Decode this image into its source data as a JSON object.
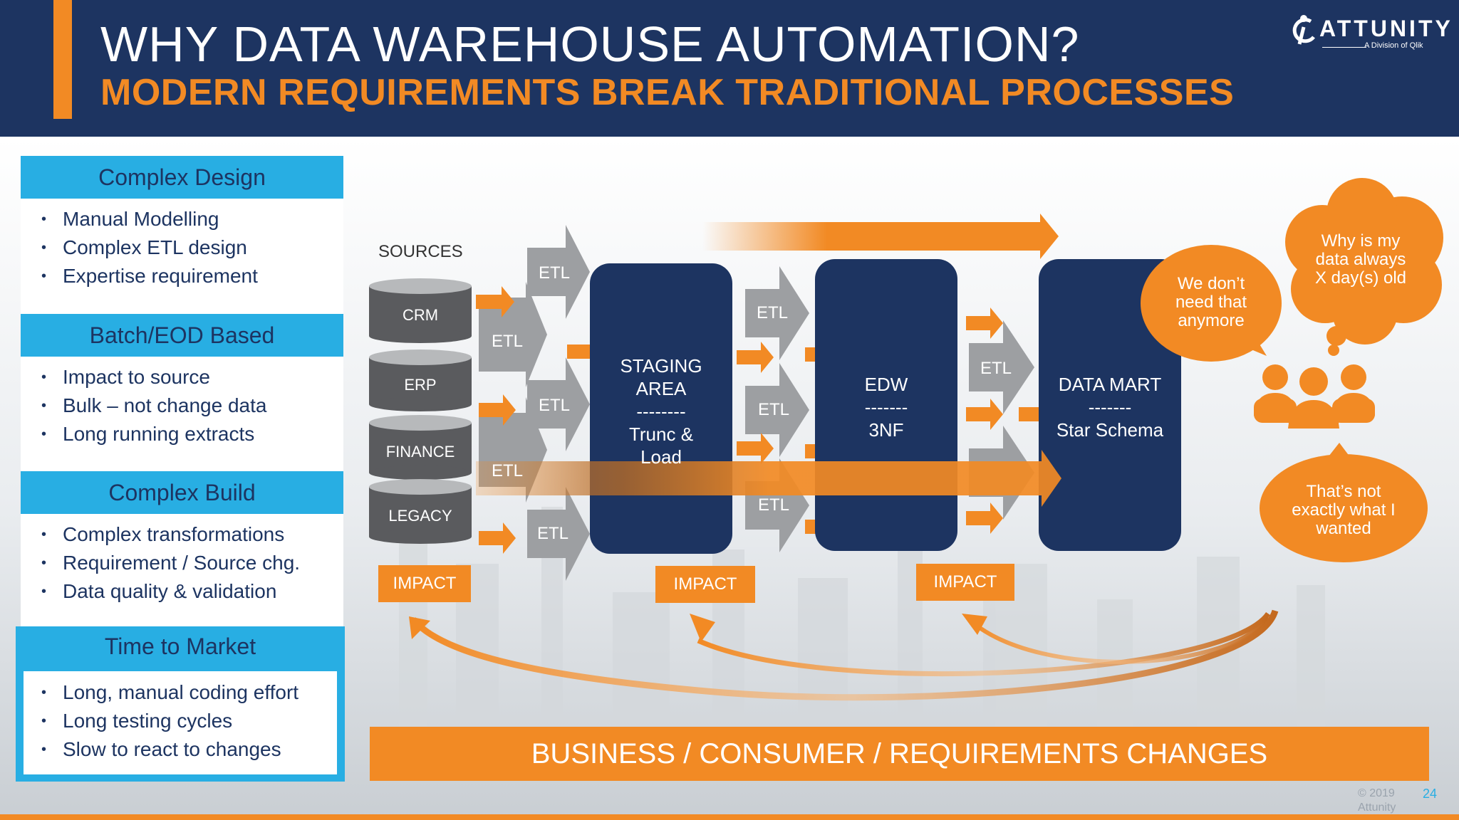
{
  "header": {
    "title": "WHY DATA WAREHOUSE AUTOMATION?",
    "subtitle": "MODERN REQUIREMENTS BREAK TRADITIONAL PROCESSES",
    "logo_text": "ATTUNITY",
    "logo_sub": "A Division of Qlik"
  },
  "panels": [
    {
      "title": "Complex Design",
      "items": [
        "Manual Modelling",
        "Complex ETL design",
        "Expertise requirement"
      ]
    },
    {
      "title": "Batch/EOD Based",
      "items": [
        "Impact to source",
        "Bulk – not change data",
        "Long running extracts"
      ]
    },
    {
      "title": "Complex Build",
      "items": [
        "Complex transformations",
        "Requirement / Source chg.",
        "Data quality & validation"
      ]
    },
    {
      "title": "Time to Market",
      "items": [
        "Long, manual coding effort",
        "Long testing cycles",
        "Slow to react to changes"
      ]
    }
  ],
  "diagram": {
    "sources_label": "SOURCES",
    "sources": [
      "CRM",
      "ERP",
      "FINANCE",
      "LEGACY"
    ],
    "etl_label": "ETL",
    "staging": {
      "title1": "STAGING",
      "title2": "AREA",
      "dash": "--------",
      "sub1": "Trunc &",
      "sub2": "Load"
    },
    "edw": {
      "title": "EDW",
      "dash": "-------",
      "sub": "3NF"
    },
    "mart": {
      "title": "DATA MART",
      "dash": "-------",
      "sub": "Star Schema"
    },
    "impact_label": "IMPACT",
    "bubbles": {
      "dont_need": [
        "We don’t",
        "need that",
        "anymore"
      ],
      "why_old": [
        "Why is my",
        "data always",
        "X day(s) old"
      ],
      "not_wanted": [
        "That’s not",
        "exactly what I",
        "wanted"
      ]
    },
    "bottom_bar": "BUSINESS / CONSUMER / REQUIREMENTS CHANGES"
  },
  "footer": {
    "copyright1": "© 2019",
    "copyright2": "Attunity",
    "page": "24"
  },
  "colors": {
    "navy": "#1d3461",
    "orange": "#f28a24",
    "blue": "#28aee3",
    "gray": "#9d9fa2"
  }
}
